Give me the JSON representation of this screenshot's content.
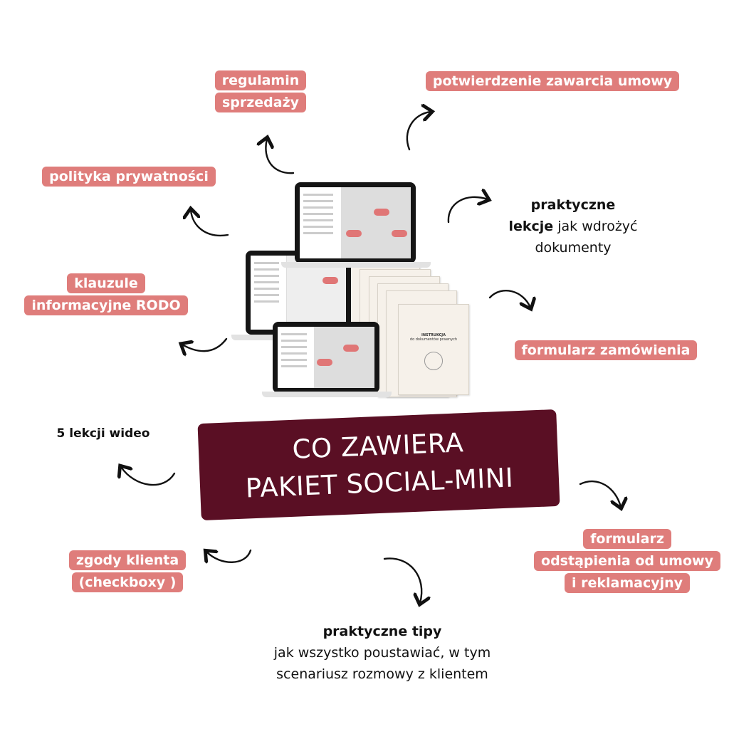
{
  "title": [
    "CO ZAWIERA",
    "PAKIET SOCIAL-MINI"
  ],
  "labels": {
    "regulamin": [
      "regulamin",
      "sprzedaży"
    ],
    "potwierdzenie": "potwierdzenie zawarcia umowy",
    "polityka": "polityka prywatności",
    "klauzule": [
      "klauzule",
      "informacyjne RODO"
    ],
    "formularz_zamowienia": "formularz zamówienia",
    "zgody": [
      "zgody klienta",
      "(checkboxy )"
    ],
    "odstapienie": [
      "formularz",
      "odstąpienia od umowy",
      "i reklamacyjny"
    ]
  },
  "texts": {
    "lekcje_bold1": "praktyczne",
    "lekcje_bold2": "lekcje",
    "lekcje_rest": " jak wdrożyć",
    "lekcje_line3": "dokumenty",
    "wideo": "5 lekcji wideo",
    "tipy_title": "praktyczne tipy",
    "tipy_line1": "jak wszystko poustawiać, w tym",
    "tipy_line2": "scenariusz rozmowy z klientem"
  },
  "mockup": {
    "doc_title": "INSTRUKCJA",
    "doc_subtitle": "do dokumentów prawnych"
  },
  "colors": {
    "label_bg": "#df7d7b",
    "banner_bg": "#5a0f24"
  }
}
